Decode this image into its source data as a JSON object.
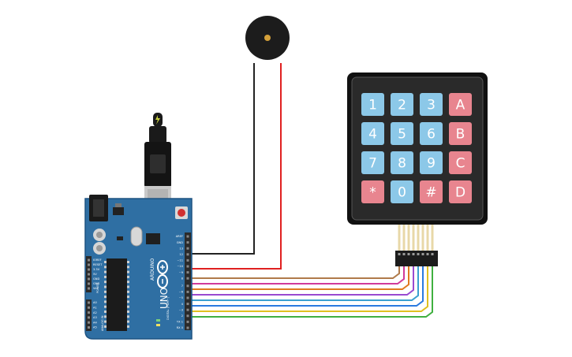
{
  "board": {
    "brand": "ARDUINO",
    "model": "UNO",
    "power_header_labels": [
      "IOREF",
      "RESET",
      "3.3V",
      "5V",
      "GND",
      "GND",
      "Vin"
    ],
    "power_header_title": "POWER",
    "analog_header_labels": [
      "A0",
      "A1",
      "A2",
      "A3",
      "A4",
      "A5"
    ],
    "analog_header_title": "ANALOG IN",
    "digital_labels": [
      "AREF",
      "GND",
      "13",
      "12",
      "~11",
      "~10",
      "~9",
      "8",
      "7",
      "~6",
      "~5",
      "4",
      "~3",
      "2",
      "TX 1",
      "RX 0"
    ],
    "digital_title": "DIGITAL (PWM~)",
    "colors": {
      "pcb": "#2f6fa3",
      "pcb_edge": "#1f5482",
      "header": "#2b2b2b"
    }
  },
  "keypad": {
    "rows": [
      [
        "1",
        "2",
        "3",
        "A"
      ],
      [
        "4",
        "5",
        "6",
        "B"
      ],
      [
        "7",
        "8",
        "9",
        "C"
      ],
      [
        "*",
        "0",
        "#",
        "D"
      ]
    ],
    "colors": {
      "digit": "#8cc8e8",
      "letter": "#e8858f",
      "body": "#2a2a2a",
      "frame": "#111111"
    }
  },
  "buzzer": {
    "name": "piezo-buzzer",
    "colors": {
      "body": "#1c1c1c",
      "center": "#d4a03a"
    }
  },
  "usb": {
    "name": "usb-cable"
  },
  "wires": {
    "buzzer_negative_color": "#222222",
    "buzzer_positive_color": "#e02020",
    "keypad_colors": [
      "#b07a4a",
      "#d13a9a",
      "#e07a20",
      "#9a4ad0",
      "#3aa0d0",
      "#2a7ae0",
      "#e0c020",
      "#40b040"
    ]
  }
}
